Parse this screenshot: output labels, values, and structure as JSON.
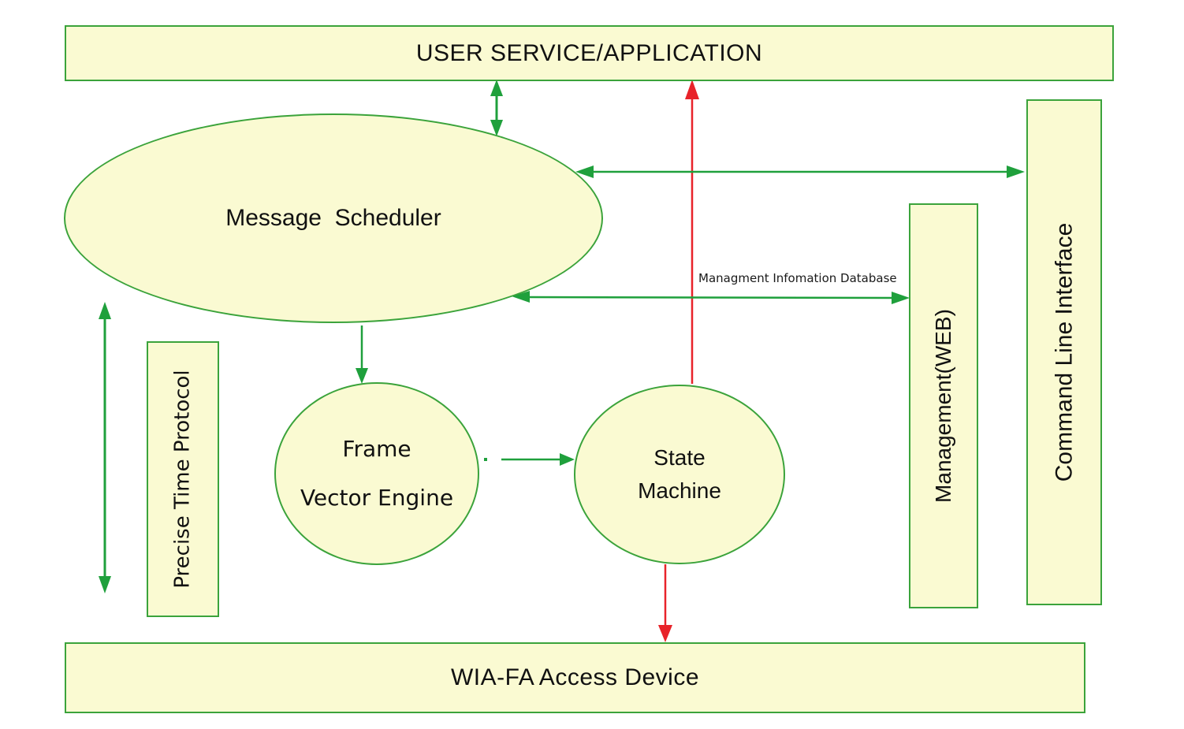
{
  "title": "WIA-FA software architecture diagram",
  "colors": {
    "node_fill": "#fafad2",
    "node_border": "#3ba33b",
    "arrow_green": "#1fa03c",
    "arrow_red": "#e8232a",
    "text": "#111111",
    "background": "#ffffff"
  },
  "nodes": {
    "user_service": {
      "label": "USER SERVICE/APPLICATION"
    },
    "message_scheduler": {
      "label": "Message  Scheduler"
    },
    "precise_time_protocol": {
      "label": "Precise Time Protocol"
    },
    "frame_vector_engine": {
      "line1": "Frame",
      "line2": "Vector Engine"
    },
    "state_machine": {
      "line1": "State",
      "line2": "Machine"
    },
    "management_web": {
      "label": "Management(WEB)"
    },
    "command_line_interface": {
      "label": "Command Line Interface"
    },
    "wia_fa_access_device": {
      "label": "WIA-FA Access Device"
    }
  },
  "annotations": {
    "mid_label": "Managment Infomation Database"
  },
  "edges": [
    {
      "id": "user-service--message-scheduler",
      "from": "user_service",
      "to": "message_scheduler",
      "style": "double-arrow",
      "color": "green"
    },
    {
      "id": "state-machine--user-service",
      "from": "state_machine",
      "to": "user_service",
      "style": "arrow",
      "color": "red"
    },
    {
      "id": "message-scheduler--command-line-interface",
      "from": "message_scheduler",
      "to": "command_line_interface",
      "style": "double-arrow",
      "color": "green"
    },
    {
      "id": "message-scheduler--management-web",
      "from": "message_scheduler",
      "to": "management_web",
      "style": "double-arrow",
      "color": "green",
      "label": "Managment Infomation Database"
    },
    {
      "id": "message-scheduler--frame-vector-engine",
      "from": "message_scheduler",
      "to": "frame_vector_engine",
      "style": "arrow",
      "color": "green"
    },
    {
      "id": "frame-vector-engine--state-machine",
      "from": "frame_vector_engine",
      "to": "state_machine",
      "style": "arrow",
      "color": "green"
    },
    {
      "id": "state-machine--wia-fa-access-device",
      "from": "state_machine",
      "to": "wia_fa_access_device",
      "style": "arrow",
      "color": "red"
    },
    {
      "id": "precise-time-protocol-link",
      "from": "message_scheduler",
      "to": "wia_fa_access_device",
      "style": "double-arrow",
      "color": "green"
    }
  ]
}
